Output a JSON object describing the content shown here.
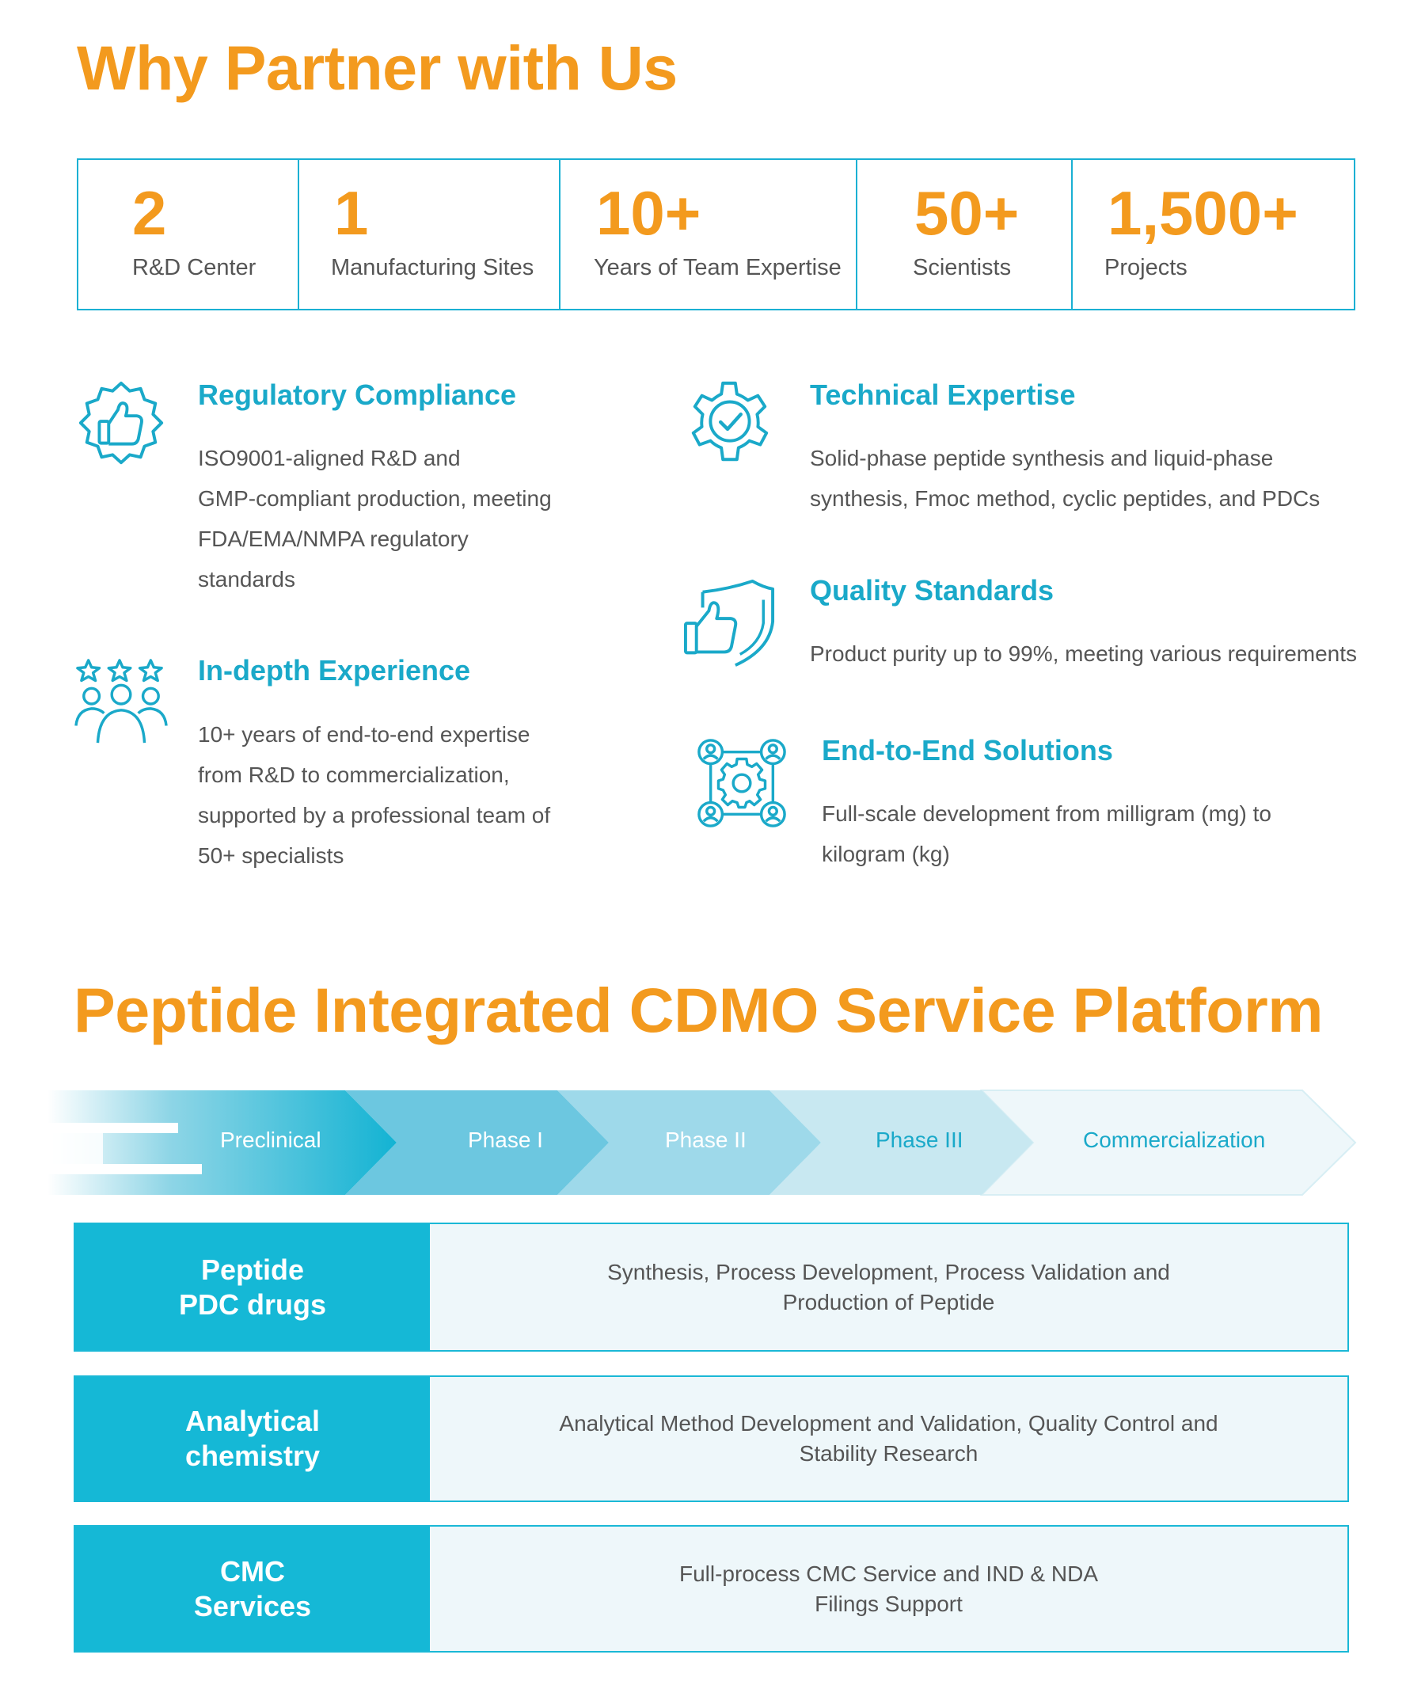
{
  "section1": {
    "title": "Why Partner with Us",
    "stats": [
      {
        "value": "2",
        "label": "R&D Center"
      },
      {
        "value": "1",
        "label": "Manufacturing Sites"
      },
      {
        "value": "10+",
        "label": "Years of Team Expertise"
      },
      {
        "value": "50+",
        "label": "Scientists"
      },
      {
        "value": "1,500+",
        "label": "Projects"
      }
    ],
    "features": {
      "regulatory": {
        "title": "Regulatory Compliance",
        "lines": [
          "ISO9001-aligned R&D and",
          "GMP-compliant production, meeting",
          "FDA/EMA/NMPA regulatory",
          "standards"
        ]
      },
      "experience": {
        "title": "In-depth Experience",
        "lines": [
          "10+ years of end-to-end expertise",
          "from R&D to commercialization,",
          "supported by a professional team of",
          "50+ specialists"
        ]
      },
      "technical": {
        "title": "Technical Expertise",
        "lines": [
          "Solid-phase peptide synthesis and liquid-phase",
          "synthesis, Fmoc method, cyclic peptides, and PDCs"
        ]
      },
      "quality": {
        "title": "Quality Standards",
        "lines": [
          "Product purity up to 99%, meeting various requirements"
        ]
      },
      "solutions": {
        "title": "End-to-End Solutions",
        "lines": [
          "Full-scale development from milligram (mg) to",
          "kilogram (kg)"
        ]
      }
    }
  },
  "section2": {
    "title": "Peptide Integrated CDMO Service Platform",
    "phases": [
      "Preclinical",
      "Phase I",
      "Phase II",
      "Phase III",
      "Commercialization"
    ],
    "services": [
      {
        "name_lines": [
          "Peptide",
          "PDC drugs"
        ],
        "desc_lines": [
          "Synthesis, Process Development, Process Validation and",
          "Production of Peptide"
        ]
      },
      {
        "name_lines": [
          "Analytical",
          "chemistry"
        ],
        "desc_lines": [
          "Analytical Method Development and Validation, Quality Control and",
          "Stability Research"
        ]
      },
      {
        "name_lines": [
          "CMC",
          "Services"
        ],
        "desc_lines": [
          "Full-process CMC Service and IND & NDA",
          "Filings Support"
        ]
      }
    ]
  },
  "colors": {
    "orange": "#F39A1E",
    "teal": "#1AA9C9",
    "teal_dark": "#15B8D6",
    "light_bg": "#EEF7FA"
  }
}
